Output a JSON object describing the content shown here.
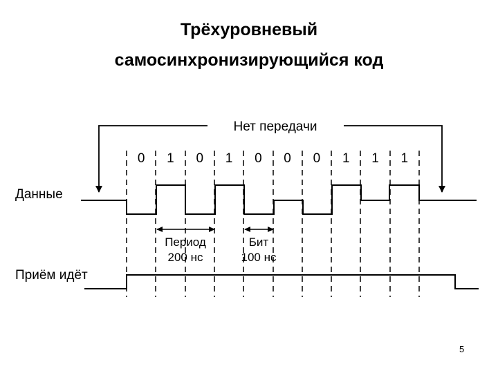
{
  "title": {
    "line1": "Трёхуровневый",
    "line2": "самосинхронизирующийся код"
  },
  "diagram": {
    "no_transmission_label": "Нет передачи",
    "data_signal_label": "Данные",
    "receive_signal_label": "Приём идёт",
    "bits": [
      "0",
      "1",
      "0",
      "1",
      "0",
      "0",
      "0",
      "1",
      "1",
      "1"
    ],
    "period_label_line1": "Период",
    "period_label_line2": "200 нс",
    "bit_label_line1": "Бит",
    "bit_label_line2": "100 нс"
  },
  "page_number": "5"
}
